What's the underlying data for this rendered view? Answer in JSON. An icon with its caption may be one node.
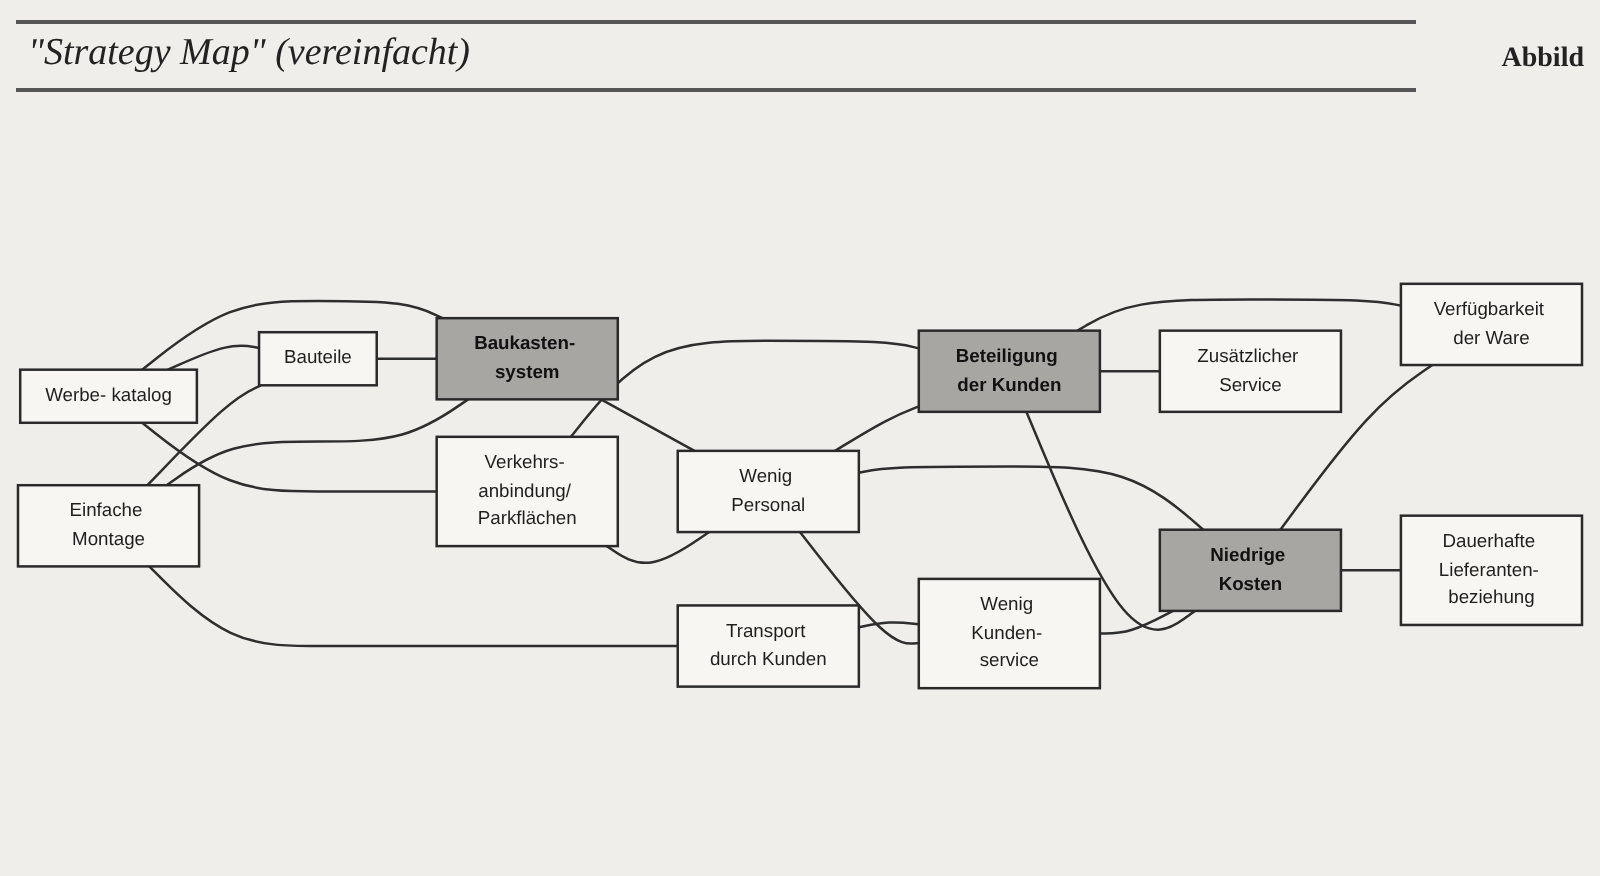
{
  "diagram": {
    "title": "\"Strategy Map\" (vereinfacht)",
    "nodes": [
      {
        "text": [
          "Werbe- katalog"
        ]
      },
      {
        "text": [
          "Bauteile"
        ]
      },
      {
        "text": [
          "Einfache Montage"
        ]
      },
      {
        "text": [
          "Baukasten- system"
        ]
      },
      {
        "text": [
          "Transport durch Kunden"
        ]
      },
      {
        "text": [
          "Verkehrs- anbindung/ Parkflächen"
        ]
      },
      {
        "text": [
          "Wenig Personal"
        ]
      },
      {
        "text": [
          "Wenig Kunden- service"
        ]
      },
      {
        "text": [
          "Beteiligung der Kunden"
        ]
      },
      {
        "text": [
          "Niedrige Kosten"
        ]
      },
      {
        "text": [
          "Zusätzlicher Service"
        ]
      },
      {
        "text": [
          "Verfügbarkeit der Ware"
        ]
      },
      {
        "text": [
          "Dauerhafte Lieferanten- beziehung"
        ]
      }
    ],
    "edges": [
      {
        "from": 0,
        "to": 5,
        "arrow": "none"
      },
      {
        "from": 0,
        "to": 1,
        "arrow": "none"
      },
      {
        "from": 0,
        "to": 3,
        "arrow": "none"
      },
      {
        "from": 1,
        "to": 3,
        "arrow": "none"
      },
      {
        "from": 2,
        "to": 1,
        "arrow": "none"
      },
      {
        "from": 2,
        "to": 3,
        "arrow": "none"
      },
      {
        "from": 2,
        "to": 4,
        "arrow": "none"
      },
      {
        "from": 3,
        "to": 6,
        "arrow": "none"
      },
      {
        "from": 4,
        "to": 7,
        "arrow": "none"
      },
      {
        "from": 5,
        "to": 6,
        "arrow": "none"
      },
      {
        "from": 5,
        "to": 8,
        "arrow": "none"
      },
      {
        "from": 6,
        "to": 8,
        "arrow": "none"
      },
      {
        "from": 6,
        "to": 9,
        "arrow": "none"
      },
      {
        "from": 6,
        "to": 7,
        "arrow": "none"
      },
      {
        "from": 7,
        "to": 9,
        "arrow": "none"
      },
      {
        "from": 8,
        "to": 9,
        "arrow": "none"
      },
      {
        "from": 8,
        "to": 10,
        "arrow": "none"
      },
      {
        "from": 8,
        "to": 11,
        "arrow": "none"
      },
      {
        "from": 9,
        "to": 11,
        "arrow": "none"
      },
      {
        "from": 9,
        "to": 12,
        "arrow": "none"
      }
    ],
    "labels": [
      "Abbild"
    ]
  }
}
